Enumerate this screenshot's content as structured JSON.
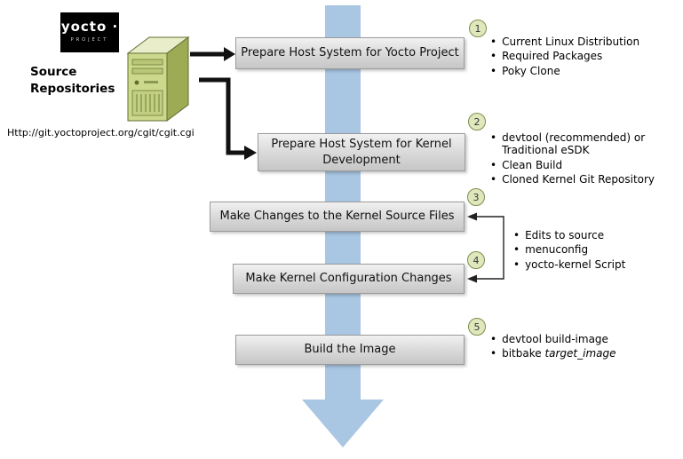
{
  "logo": {
    "brand": "yocto ·",
    "sub": "PROJECT"
  },
  "source": {
    "label": "Source Repositories",
    "url": "Http://git.yoctoproject.org/cgit/cgit.cgi"
  },
  "steps": {
    "s1": {
      "num": "1",
      "label": "Prepare Host System for Yocto Project"
    },
    "s2": {
      "num": "2",
      "label": "Prepare Host System for Kernel Development"
    },
    "s3": {
      "num": "3",
      "label": "Make Changes to the Kernel Source Files"
    },
    "s4": {
      "num": "4",
      "label": "Make Kernel Configuration Changes"
    },
    "s5": {
      "num": "5",
      "label": "Build the Image"
    }
  },
  "bullets": {
    "step1": [
      "Current Linux Distribution",
      "Required Packages",
      "Poky Clone"
    ],
    "step2": [
      "devtool (recommended) or Traditional eSDK",
      "Clean Build",
      "Cloned Kernel Git Repository"
    ],
    "steps34": [
      "Edits to source",
      "menuconfig",
      "yocto-kernel Script"
    ],
    "step5": [
      "devtool build-image"
    ],
    "step5_cmd": {
      "text": "bitbake ",
      "italic": "target_image"
    }
  },
  "colors": {
    "flow_arrow_blue": "#a9c6e3",
    "step_box_gray": "#d8d8d8",
    "number_circle_green": "#dfe8bd",
    "server_green": "#ccd98d",
    "logo_background": "#000000"
  }
}
